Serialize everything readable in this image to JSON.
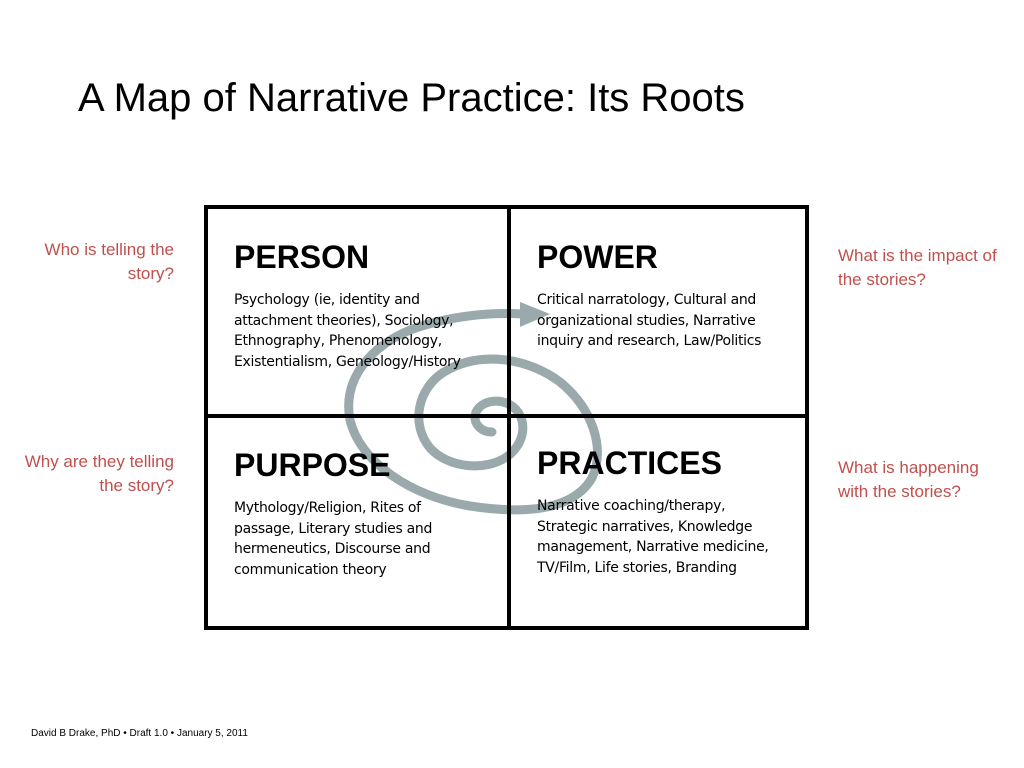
{
  "slide": {
    "title": "A Map of Narrative Practice: Its Roots",
    "quadrants": [
      {
        "heading": "PERSON",
        "body": "Psychology (ie, identity and attachment theories), Sociology, Ethnography,  Phenomenology, Existentialism, Geneology/History"
      },
      {
        "heading": "POWER",
        "body": "Critical narratology, Cultural and organizational studies, Narrative inquiry and research, Law/Politics"
      },
      {
        "heading": "PURPOSE",
        "body": "Mythology/Religion, Rites of passage, Literary studies and hermeneutics, Discourse and communication theory"
      },
      {
        "heading": "PRACTICES",
        "body": "Narrative coaching/therapy, Strategic narratives, Knowledge management, Narrative medicine, TV/Film, Life stories, Branding"
      }
    ],
    "questions": {
      "top_left": "Who is telling the story?",
      "bottom_left": "Why are they telling the story?",
      "top_right": "What is the impact of the stories?",
      "bottom_right": "What is happening with the stories?"
    },
    "footer": "David B Drake, PhD  •  Draft 1.0  •  January 5, 2011"
  },
  "colors": {
    "question_text": "#c0504d",
    "spiral": "#9aa9ab",
    "grid_lines": "#000000"
  }
}
